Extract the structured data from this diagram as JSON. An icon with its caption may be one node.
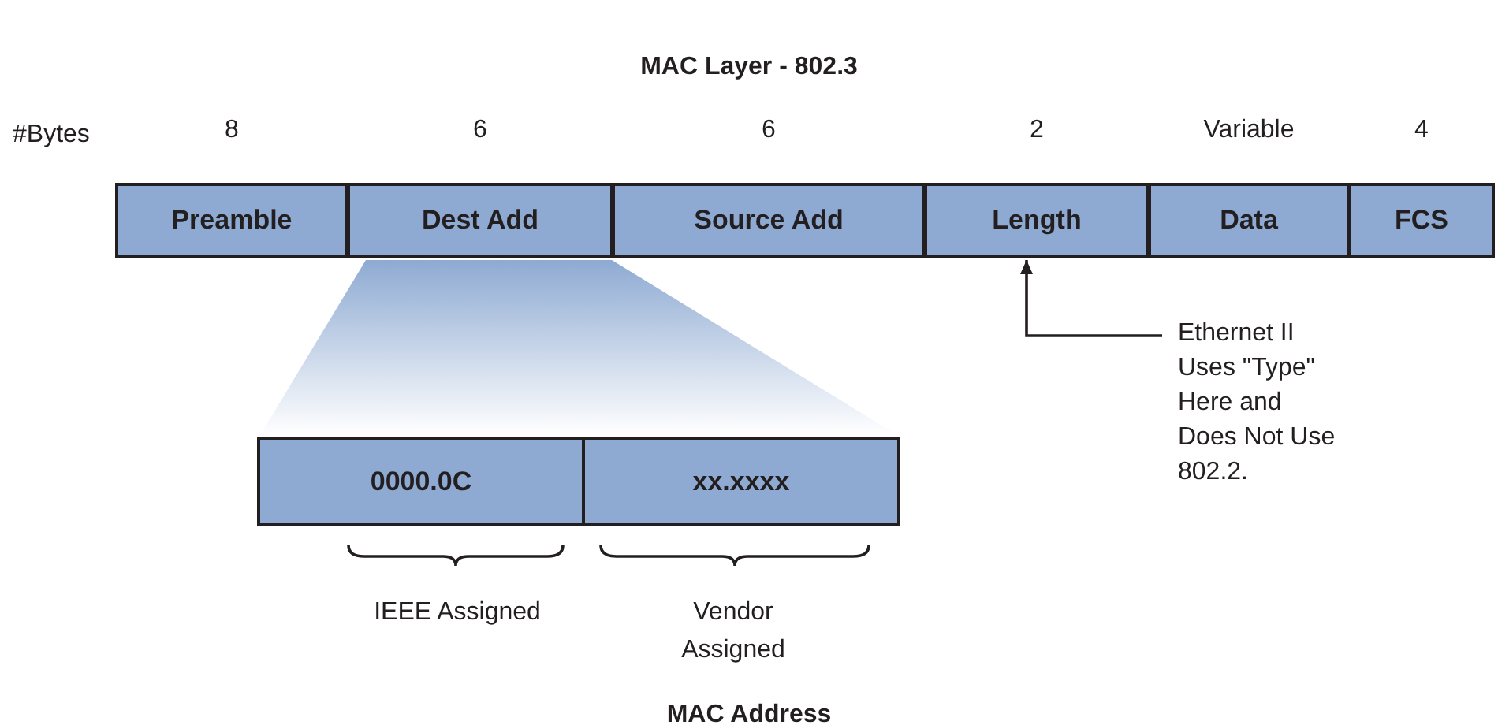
{
  "diagram": {
    "title": "MAC Layer - 802.3",
    "nodes": [
      {
        "text": [
          "Preamble"
        ],
        "beside": [
          "8"
        ]
      },
      {
        "text": [
          "Dest Add"
        ],
        "beside": [
          "6"
        ]
      },
      {
        "text": [
          "Source Add"
        ],
        "beside": [
          "6"
        ]
      },
      {
        "text": [
          "Length"
        ],
        "beside": [
          "2"
        ]
      },
      {
        "text": [
          "Data"
        ],
        "beside": [
          "Variable"
        ]
      },
      {
        "text": [
          "FCS"
        ],
        "beside": [
          "4"
        ]
      },
      {
        "text": [
          "0000.0C"
        ]
      },
      {
        "text": [
          "xx.xxxx"
        ]
      },
      {
        "text": [
          "Ethernet II Uses \"Type\" Here and Does Not Use 802.2."
        ]
      },
      {
        "text": [],
        "shape": "trapezoid"
      }
    ],
    "edges": [
      {
        "from": 8,
        "to": 3,
        "arrow": "to"
      }
    ],
    "labels": [
      "#Bytes",
      "IEEE Assigned",
      "Vendor Assigned",
      "MAC Address"
    ]
  }
}
